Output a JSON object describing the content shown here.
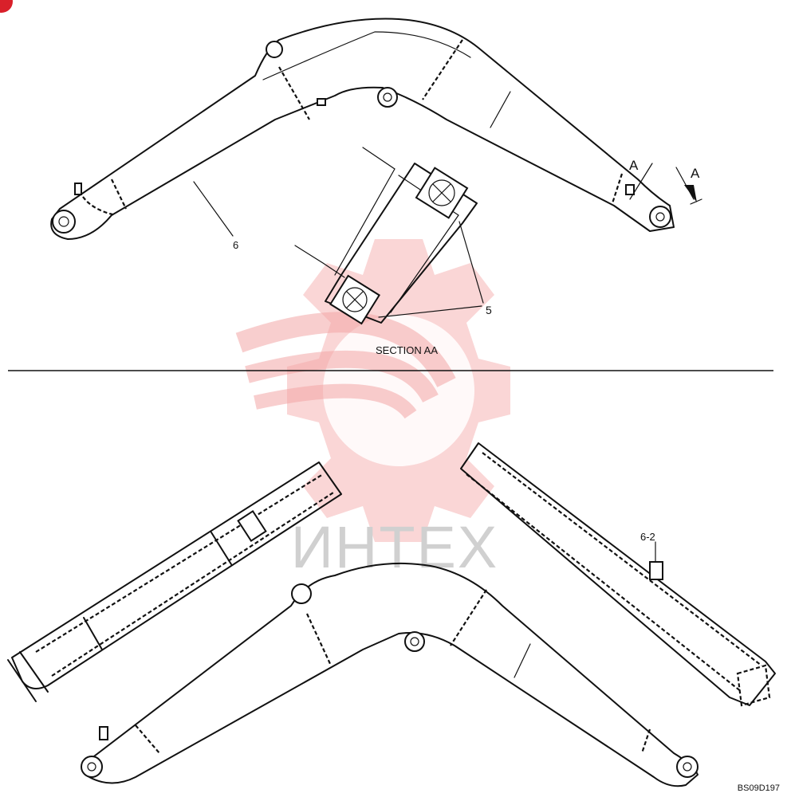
{
  "labels": {
    "part_6": "6",
    "part_5": "5",
    "part_6_2": "6-2",
    "section_marker_a1": "A",
    "section_marker_a2": "A",
    "section_title": "SECTION AA",
    "drawing_code": "BS09D197"
  },
  "watermark": {
    "text": "ИНТЕХ"
  },
  "colors": {
    "line": "#111111",
    "watermark": "#f3a6a6",
    "corner_badge": "#d9202a"
  }
}
